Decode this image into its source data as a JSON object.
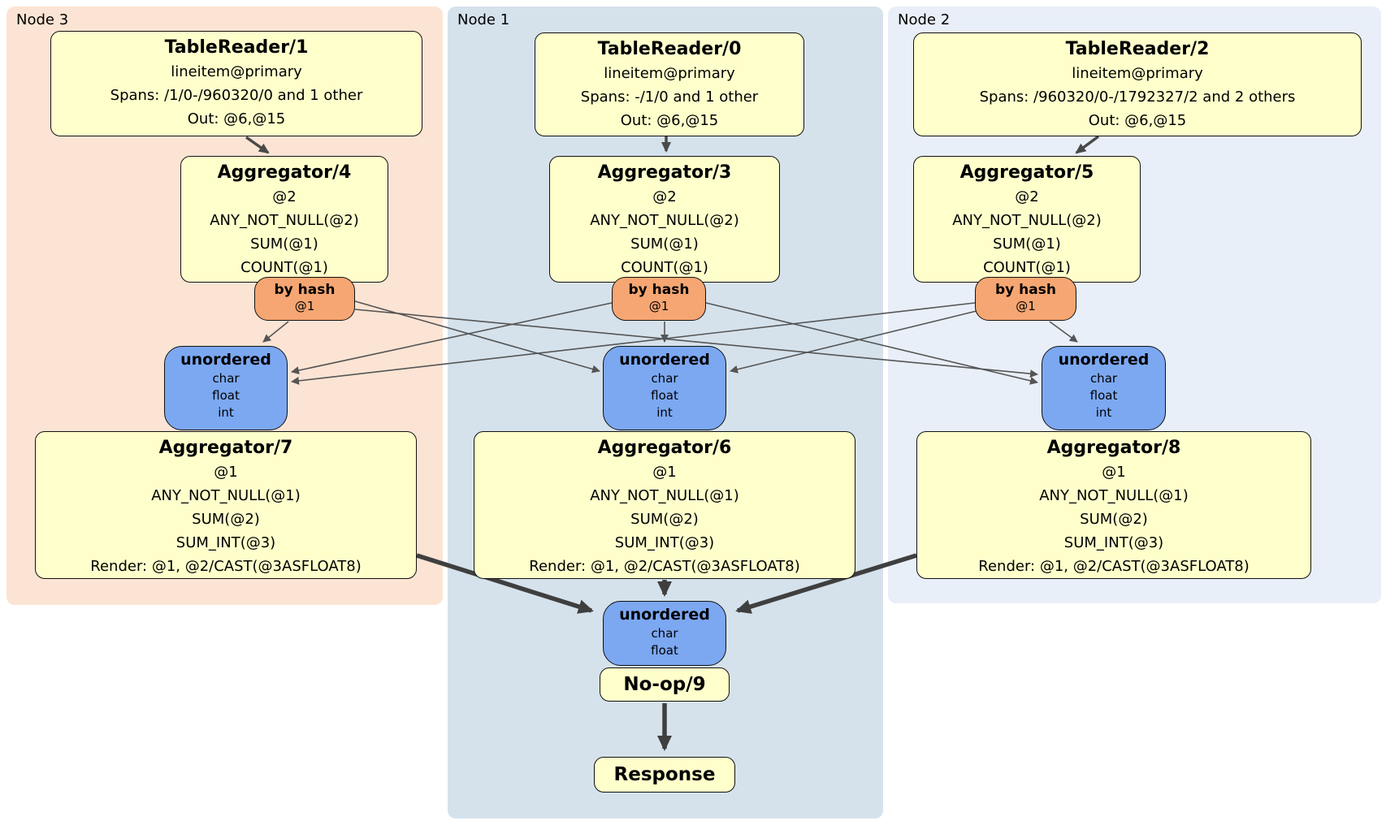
{
  "panels": {
    "node3": {
      "label": "Node 3"
    },
    "node1": {
      "label": "Node 1"
    },
    "node2": {
      "label": "Node 2"
    }
  },
  "boxes": {
    "tr1": {
      "title": "TableReader/1",
      "lines": [
        "lineitem@primary",
        "Spans: /1/0-/960320/0 and 1 other",
        "Out: @6,@15"
      ]
    },
    "tr0": {
      "title": "TableReader/0",
      "lines": [
        "lineitem@primary",
        "Spans: -/1/0 and 1 other",
        "Out: @6,@15"
      ]
    },
    "tr2": {
      "title": "TableReader/2",
      "lines": [
        "lineitem@primary",
        "Spans: /960320/0-/1792327/2 and 2 others",
        "Out: @6,@15"
      ]
    },
    "agg4": {
      "title": "Aggregator/4",
      "lines": [
        "@2",
        "ANY_NOT_NULL(@2)",
        "SUM(@1)",
        "COUNT(@1)"
      ]
    },
    "agg3": {
      "title": "Aggregator/3",
      "lines": [
        "@2",
        "ANY_NOT_NULL(@2)",
        "SUM(@1)",
        "COUNT(@1)"
      ]
    },
    "agg5": {
      "title": "Aggregator/5",
      "lines": [
        "@2",
        "ANY_NOT_NULL(@2)",
        "SUM(@1)",
        "COUNT(@1)"
      ]
    },
    "hash3": {
      "title": "by hash",
      "lines": [
        "@1"
      ]
    },
    "hash1": {
      "title": "by hash",
      "lines": [
        "@1"
      ]
    },
    "hash2": {
      "title": "by hash",
      "lines": [
        "@1"
      ]
    },
    "u3": {
      "title": "unordered",
      "lines": [
        "char",
        "float",
        "int"
      ]
    },
    "u1": {
      "title": "unordered",
      "lines": [
        "char",
        "float",
        "int"
      ]
    },
    "u2": {
      "title": "unordered",
      "lines": [
        "char",
        "float",
        "int"
      ]
    },
    "agg7": {
      "title": "Aggregator/7",
      "lines": [
        "@1",
        "ANY_NOT_NULL(@1)",
        "SUM(@2)",
        "SUM_INT(@3)",
        "Render: @1, @2/CAST(@3ASFLOAT8)"
      ]
    },
    "agg6": {
      "title": "Aggregator/6",
      "lines": [
        "@1",
        "ANY_NOT_NULL(@1)",
        "SUM(@2)",
        "SUM_INT(@3)",
        "Render: @1, @2/CAST(@3ASFLOAT8)"
      ]
    },
    "agg8": {
      "title": "Aggregator/8",
      "lines": [
        "@1",
        "ANY_NOT_NULL(@1)",
        "SUM(@2)",
        "SUM_INT(@3)",
        "Render: @1, @2/CAST(@3ASFLOAT8)"
      ]
    },
    "uf": {
      "title": "unordered",
      "lines": [
        "char",
        "float"
      ]
    },
    "noop": {
      "title": "No-op/9"
    },
    "response": {
      "title": "Response"
    }
  },
  "colors": {
    "operator_fill": "#ffffcc",
    "router_fill": "#f6a672",
    "sync_fill": "#7ca8f2",
    "node3_panel": "#fce4d4",
    "node1_panel": "#d5e2ec",
    "node2_panel": "#e9eff8",
    "edge_thin": "#555555",
    "edge_thick": "#3f3f3f",
    "box_border": "#111111"
  }
}
